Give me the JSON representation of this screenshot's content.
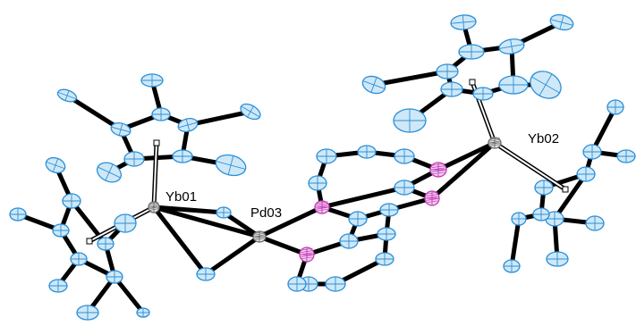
{
  "labels": {
    "yb01": "Yb01",
    "pd03": "Pd03",
    "yb02": "Yb02"
  },
  "colors": {
    "carbon_fill": "#cfe8f7",
    "carbon_stroke": "#2b8fd8",
    "nitrogen_fill": "#f1cdee",
    "nitrogen_stroke": "#c43ab8",
    "metal_fill": "#e8e8e8",
    "metal_stroke": "#6a6a6a",
    "bond": "#000000"
  }
}
